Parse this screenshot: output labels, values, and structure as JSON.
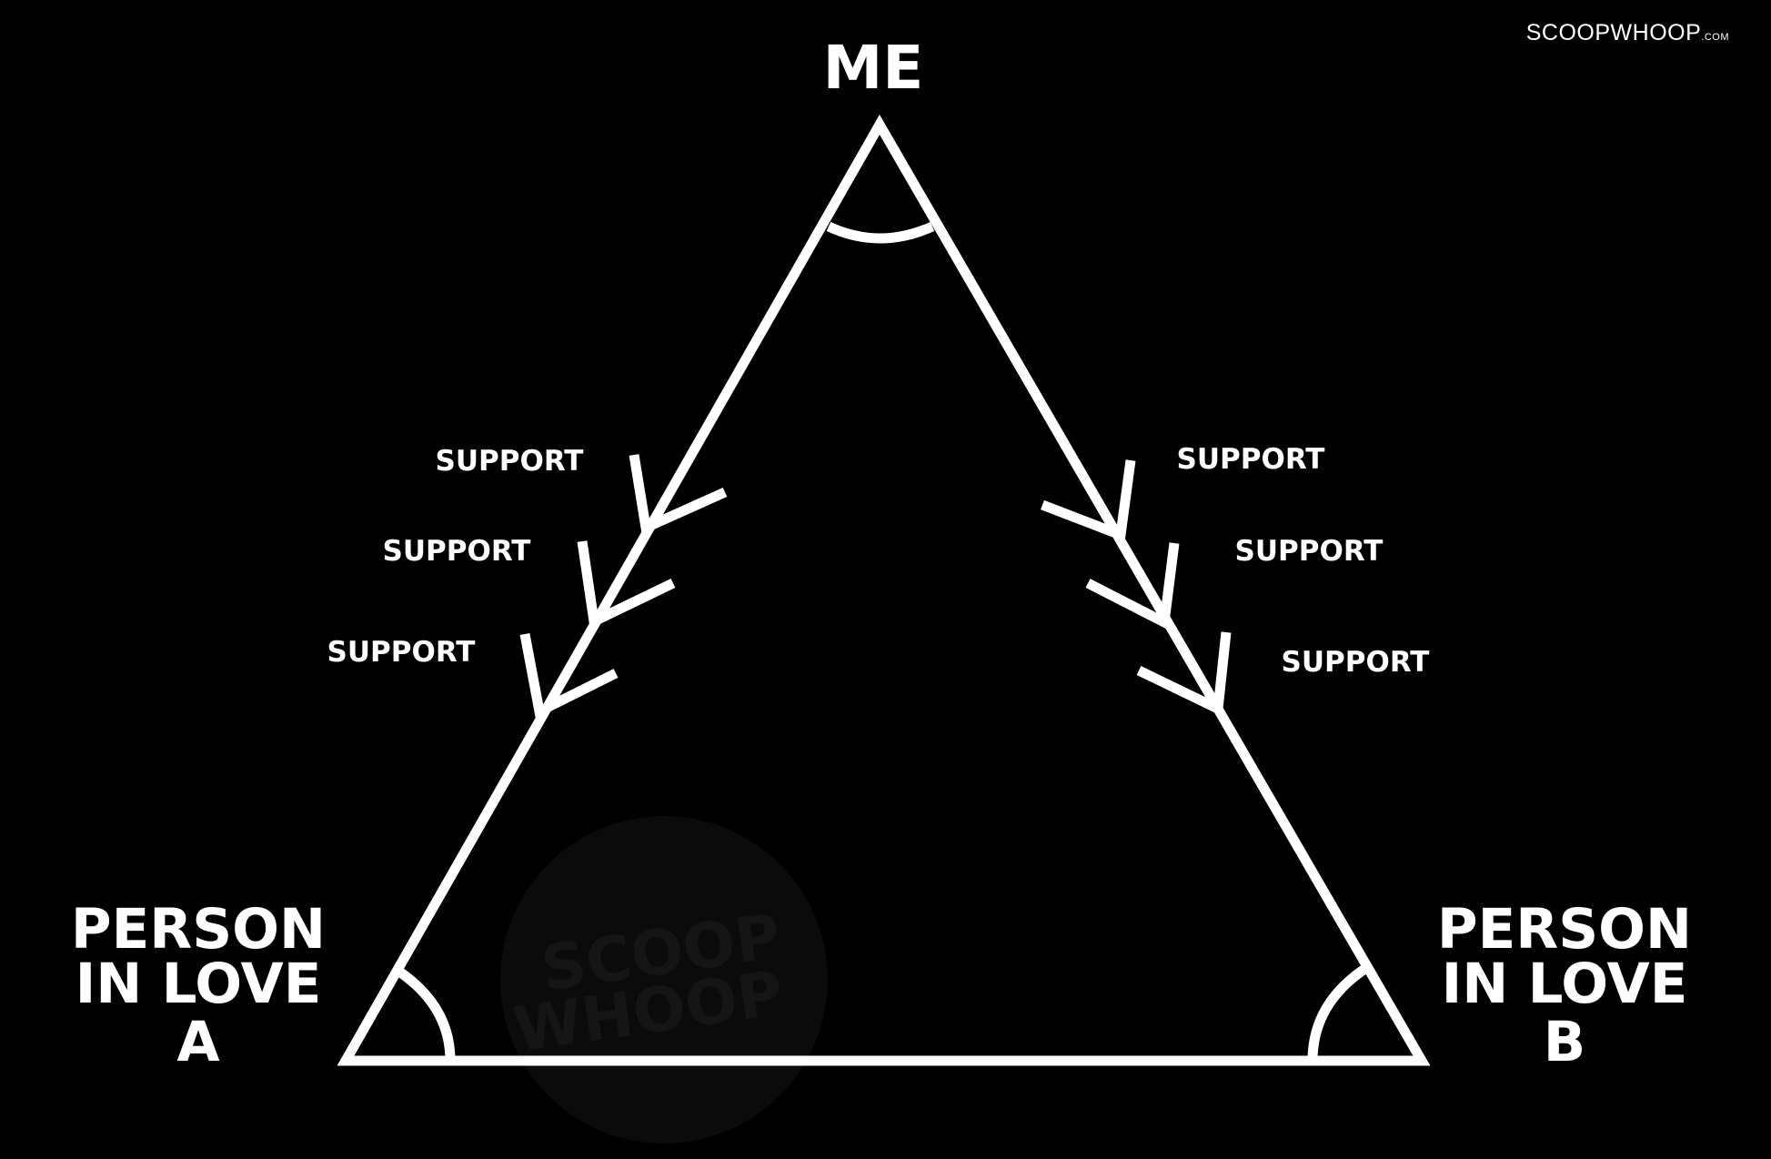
{
  "diagram": {
    "apex_label": "ME",
    "left_label": [
      "PERSON",
      "IN LOVE",
      "A"
    ],
    "right_label": [
      "PERSON",
      "IN LOVE",
      "B"
    ],
    "left_support_labels": [
      "SUPPORT",
      "SUPPORT",
      "SUPPORT"
    ],
    "right_support_labels": [
      "SUPPORT",
      "SUPPORT",
      "SUPPORT"
    ]
  },
  "watermark": {
    "brand_main": "SCOOPWHOOP",
    "brand_suffix": ".COM",
    "logo_text": [
      "SCOOP",
      "WHOOP"
    ]
  },
  "colors": {
    "background": "#000000",
    "foreground": "#ffffff",
    "logo_circle": "#0b0b0b",
    "logo_text": "#151515"
  }
}
